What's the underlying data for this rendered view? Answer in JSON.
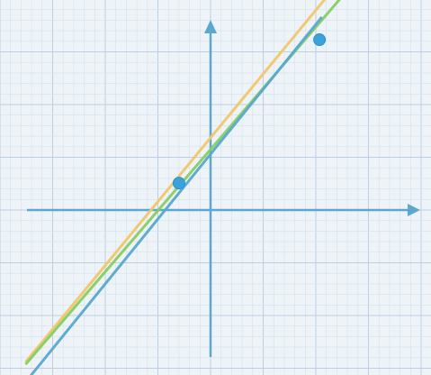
{
  "diagram": {
    "type": "coordinate-plane-lines",
    "x_range": [
      -3.5,
      4
    ],
    "y_range": [
      -2.8,
      3.5
    ],
    "colors": {
      "background": "#eef3f8",
      "grid_minor": "#d4e1ed",
      "grid_major": "#bccfe2",
      "axis": "#5aa8cf",
      "point": "#3aa3dc"
    },
    "lines": [
      {
        "slope": 1.21,
        "intercept": 1.37,
        "x_from": -3.5,
        "x_to": 2.5,
        "color": "#f2c76a"
      },
      {
        "slope": 1.16,
        "intercept": 1.15,
        "x_from": -3.5,
        "x_to": 2.5,
        "color": "#86cf62"
      },
      {
        "slope": 1.23,
        "intercept": 1.06,
        "x_from": -3.5,
        "x_to": 2.1,
        "color": "#5aa8cf"
      }
    ],
    "points": [
      {
        "x": -0.6,
        "y": 0.51
      },
      {
        "x": 2.07,
        "y": 3.23
      }
    ]
  }
}
